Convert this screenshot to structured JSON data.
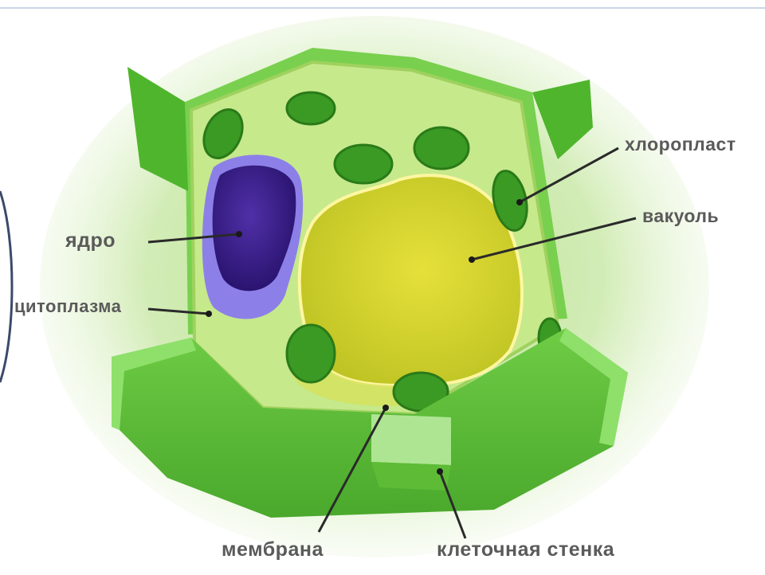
{
  "diagram": {
    "labels": {
      "nucleus": "ядро",
      "cytoplasm": "цитоплазма",
      "chloroplast": "хлоропласт",
      "vacuole": "вакуоль",
      "membrane": "мембрана",
      "cell_wall": "клеточная стенка"
    }
  },
  "colors": {
    "cell_wall": "#5cc23a",
    "cytoplasm": "#c4e88a",
    "nucleus": "#3a1e8c",
    "nucleus_envelope": "#8a7ee6",
    "vacuole": "#d8d830",
    "chloroplast": "#2f8f1f",
    "leader_line": "#2a2a2a"
  }
}
